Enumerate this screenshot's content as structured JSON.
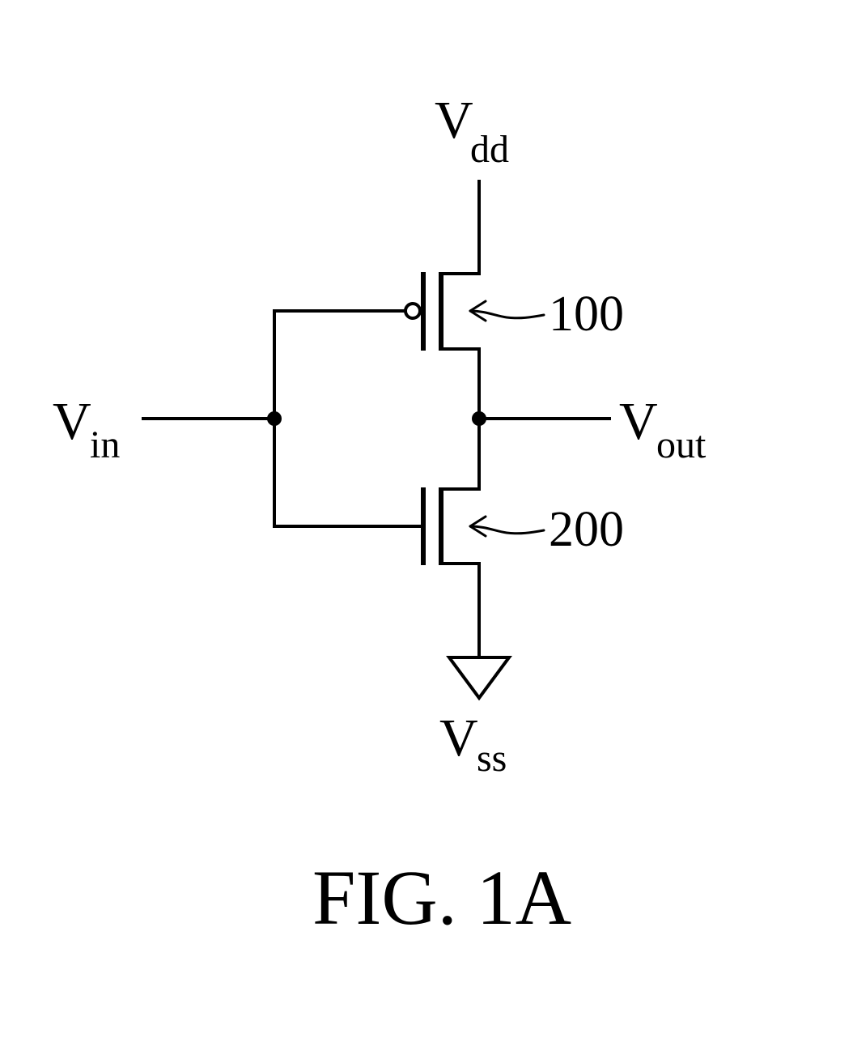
{
  "labels": {
    "vdd_main": "V",
    "vdd_sub": "dd",
    "vin_main": "V",
    "vin_sub": "in",
    "vout_main": "V",
    "vout_sub": "out",
    "vss_main": "V",
    "vss_sub": "ss",
    "pmos_ref": "100",
    "nmos_ref": "200",
    "figure_caption": "FIG. 1A"
  },
  "components": {
    "pmos": {
      "type": "PMOS transistor",
      "ref": "100"
    },
    "nmos": {
      "type": "NMOS transistor",
      "ref": "200"
    },
    "ground": {
      "type": "ground symbol"
    }
  }
}
